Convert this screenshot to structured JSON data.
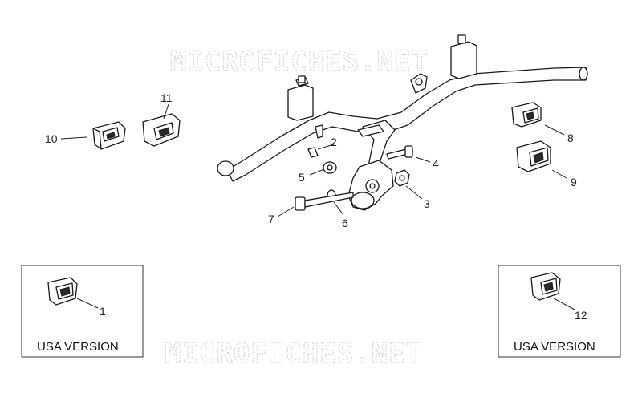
{
  "watermark": {
    "top": "MICROFICHES.NET",
    "bottom": "MICROFICHES.NET"
  },
  "callouts": {
    "c1": "1",
    "c2": "2",
    "c3": "3",
    "c4": "4",
    "c5": "5",
    "c6": "6",
    "c7": "7",
    "c8": "8",
    "c9": "9",
    "c10": "10",
    "c11": "11",
    "c12": "12"
  },
  "boxes": {
    "left_label": "USA VERSION",
    "right_label": "USA VERSION"
  }
}
